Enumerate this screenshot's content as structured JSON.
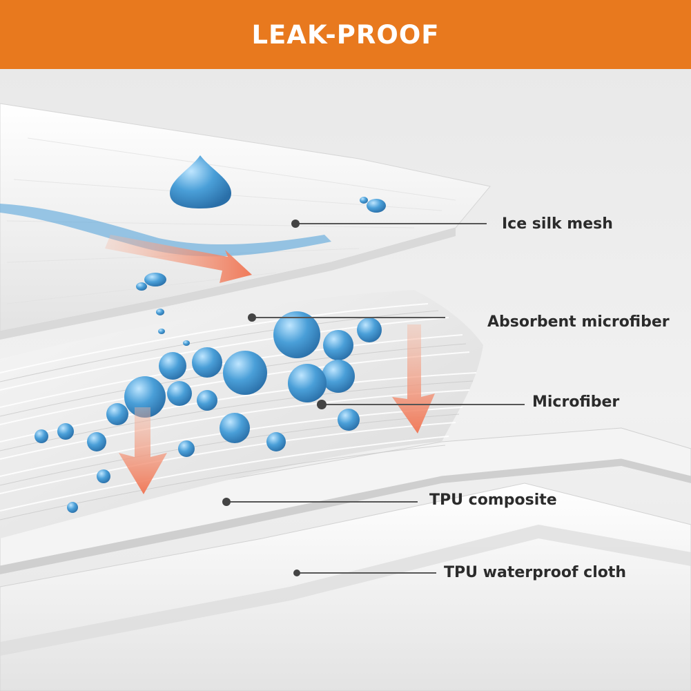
{
  "banner": {
    "title": "LEAK-PROOF",
    "color": "#e8791e"
  },
  "layers": [
    {
      "id": "ice-silk-mesh",
      "label": "Ice silk mesh"
    },
    {
      "id": "absorbent-microfiber",
      "label": "Absorbent microfiber"
    },
    {
      "id": "microfiber",
      "label": "Microfiber"
    },
    {
      "id": "tpu-composite",
      "label": "TPU composite"
    },
    {
      "id": "tpu-waterproof-cloth",
      "label": "TPU waterproof cloth"
    }
  ],
  "colors": {
    "water": "#4a9fd8",
    "arrow": "#f07a5a",
    "leader": "#555555"
  }
}
